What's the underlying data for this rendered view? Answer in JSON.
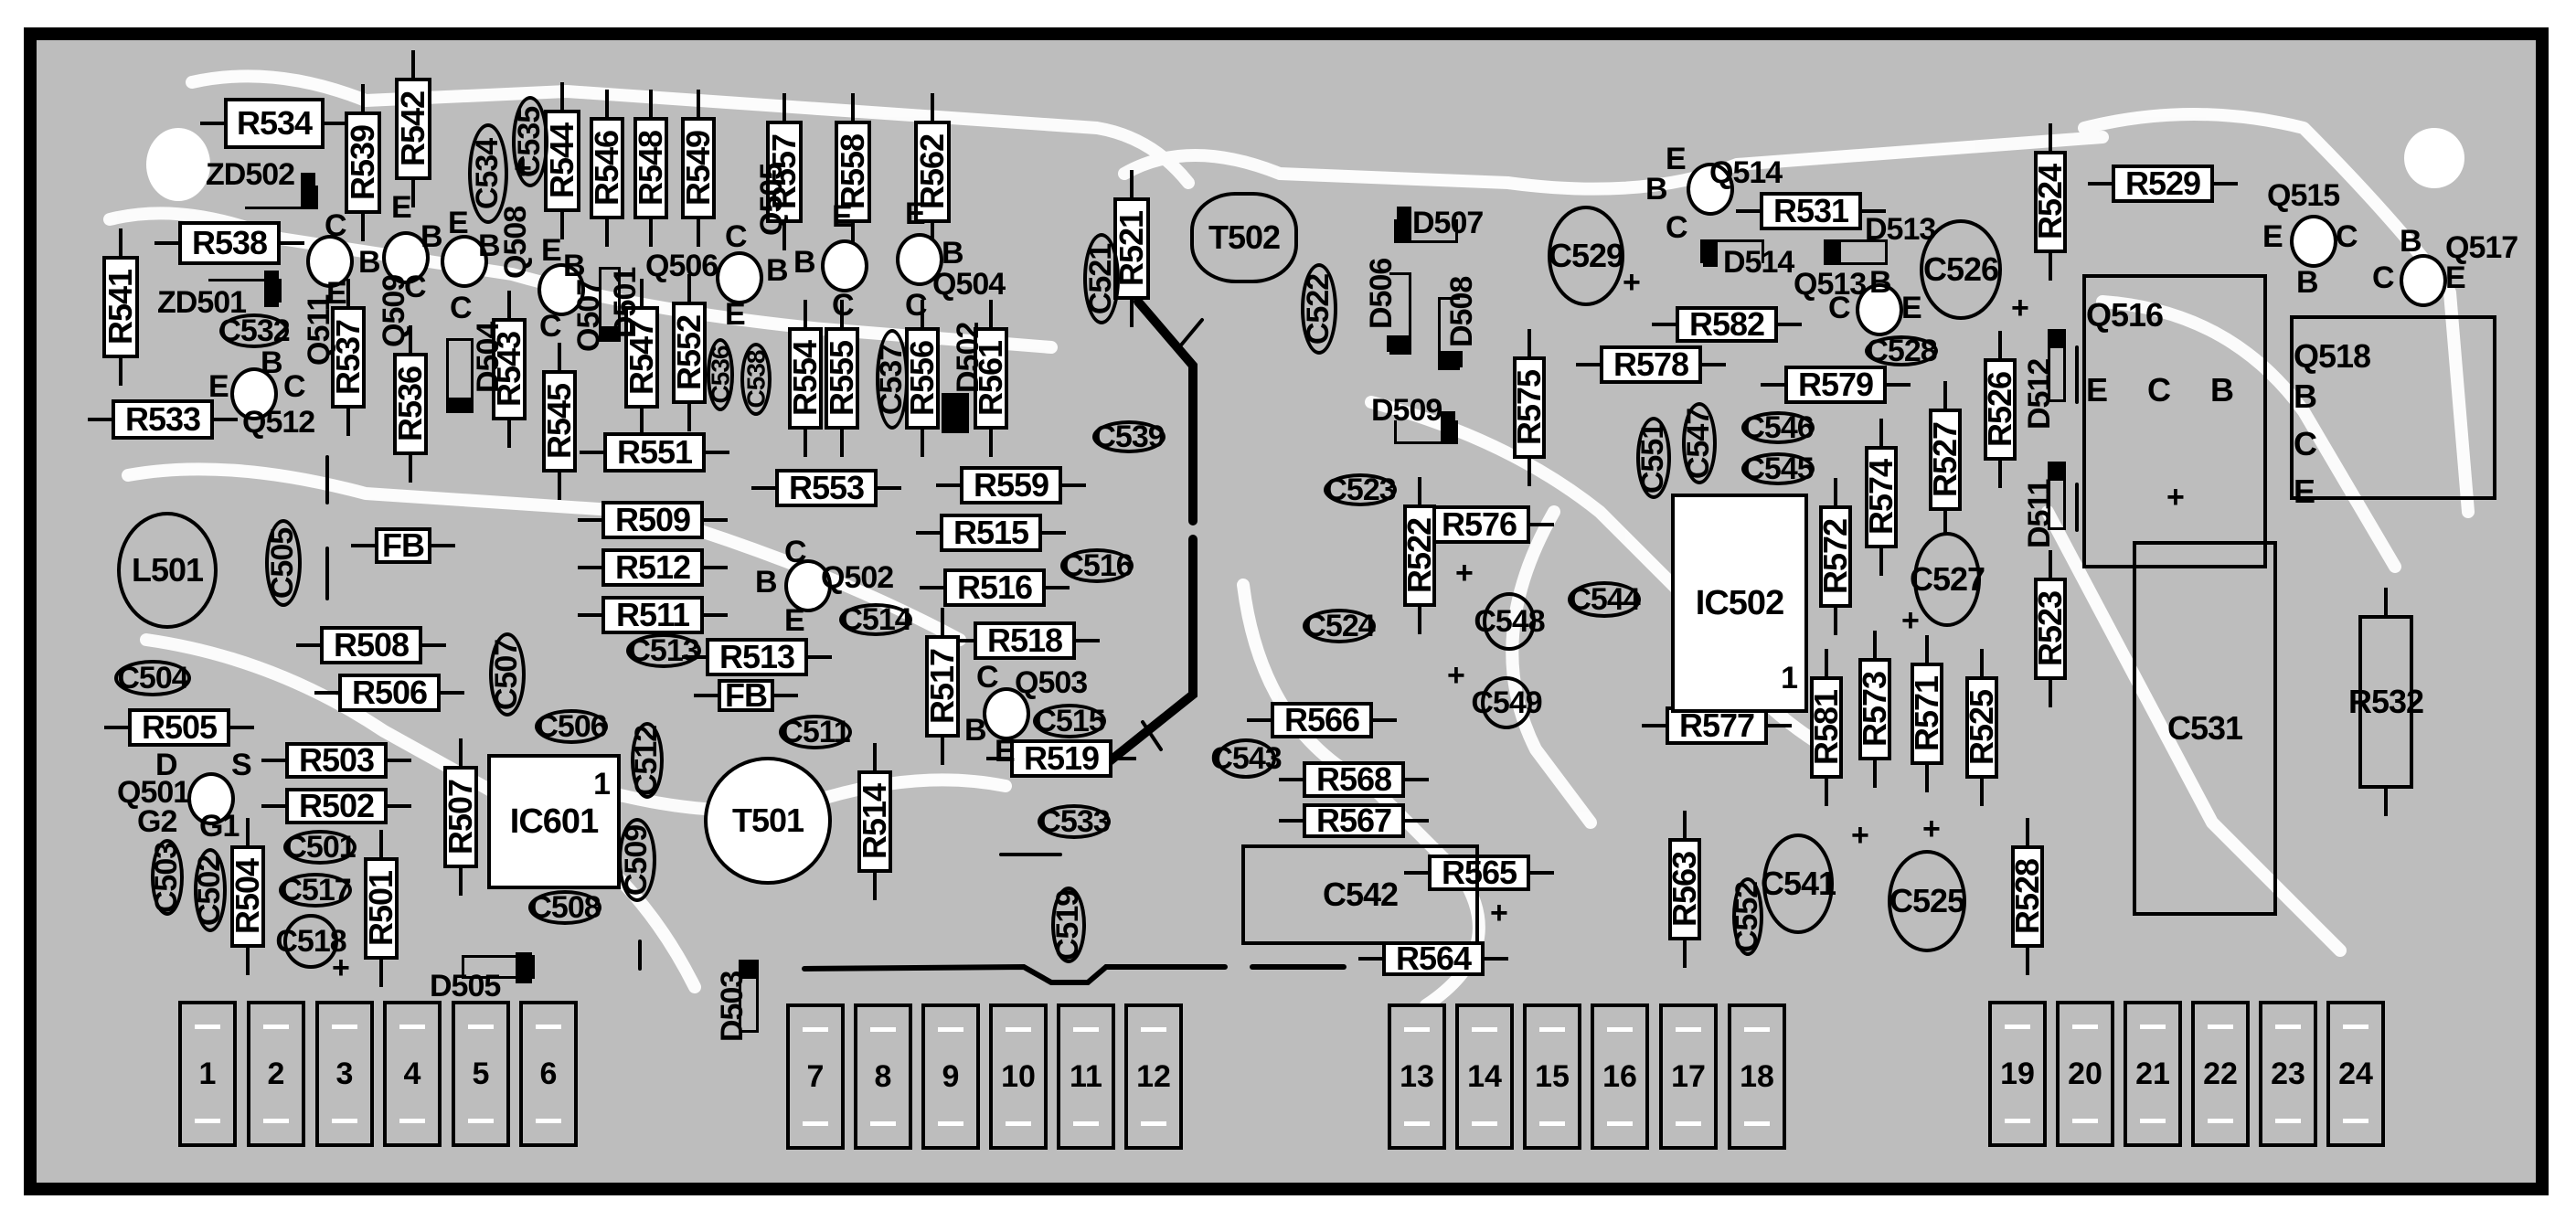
{
  "diagram": {
    "title": "PCB component layout",
    "colors": {
      "board": "#bdbdbd",
      "trace": "#ffffff",
      "ink": "#000000"
    },
    "resistors": {
      "R534": "R534",
      "R539": "R539",
      "R542": "R542",
      "R544": "R544",
      "R546": "R546",
      "R548": "R548",
      "R549": "R549",
      "R557": "R557",
      "R558": "R558",
      "R562": "R562",
      "R521": "R521",
      "R538": "R538",
      "R541": "R541",
      "R537": "R537",
      "R536": "R536",
      "R543": "R543",
      "R545": "R545",
      "R547": "R547",
      "R552": "R552",
      "R554": "R554",
      "R555": "R555",
      "R556": "R556",
      "R561": "R561",
      "R533": "R533",
      "R551": "R551",
      "R553": "R553",
      "R559": "R559",
      "R509": "R509",
      "R515": "R515",
      "R512": "R512",
      "R516": "R516",
      "R511": "R511",
      "R518": "R518",
      "R513": "R513",
      "R517": "R517",
      "R519": "R519",
      "R514": "R514",
      "R508": "R508",
      "R506": "R506",
      "R505": "R505",
      "R503": "R503",
      "R502": "R502",
      "R507": "R507",
      "R504": "R504",
      "R501": "R501",
      "R531": "R531",
      "R524": "R524",
      "R529": "R529",
      "R582": "R582",
      "R578": "R578",
      "R579": "R579",
      "R575": "R575",
      "R576": "R576",
      "R522": "R522",
      "R572": "R572",
      "R574": "R574",
      "R527": "R527",
      "R526": "R526",
      "R523": "R523",
      "R566": "R566",
      "R568": "R568",
      "R567": "R567",
      "R565": "R565",
      "R564": "R564",
      "R563": "R563",
      "R577": "R577",
      "R581": "R581",
      "R573": "R573",
      "R571": "R571",
      "R525": "R525",
      "R528": "R528",
      "R532": "R532",
      "FB1": "FB",
      "FB2": "FB"
    },
    "capacitors": {
      "C534": "C534",
      "C535": "C535",
      "C532": "C532",
      "C536": "C536",
      "C538": "C538",
      "C537": "C537",
      "C521": "C521",
      "C539": "C539",
      "C522": "C522",
      "C523": "C523",
      "C524": "C524",
      "C505": "C505",
      "C504": "C504",
      "C507": "C507",
      "C506": "C506",
      "C512": "C512",
      "C509": "C509",
      "C508": "C508",
      "C513": "C513",
      "C514": "C514",
      "C516": "C516",
      "C515": "C515",
      "C511": "C511",
      "C533": "C533",
      "C519": "C519",
      "C501": "C501",
      "C517": "C517",
      "C518": "C518",
      "C503": "C503",
      "C502": "C502",
      "C529": "C529",
      "C526": "C526",
      "C528": "C528",
      "C551": "C551",
      "C547": "C547",
      "C546": "C546",
      "C545": "C545",
      "C544": "C544",
      "C548": "C548",
      "C549": "C549",
      "C543": "C543",
      "C542": "C542",
      "C527": "C527",
      "C541": "C541",
      "C525": "C525",
      "C552": "C552",
      "C531": "C531"
    },
    "transistors": {
      "Q511": "Q511",
      "Q509": "Q509",
      "Q508": "Q508",
      "Q507": "Q507",
      "Q506": "Q506",
      "Q505": "Q505",
      "Q504": "Q504",
      "Q512": "Q512",
      "Q502": "Q502",
      "Q503": "Q503",
      "Q501": "Q501",
      "Q514": "Q514",
      "Q513": "Q513",
      "Q515": "Q515",
      "Q517": "Q517",
      "Q516": "Q516",
      "Q518": "Q518"
    },
    "diodes": {
      "ZD502": "ZD502",
      "ZD501": "ZD501",
      "D501": "D501",
      "D502": "D502",
      "D504": "D504",
      "D505": "D505",
      "D503": "D503",
      "D507": "D507",
      "D506": "D506",
      "D508": "D508",
      "D509": "D509",
      "D514": "D514",
      "D513": "D513",
      "D512": "D512",
      "D511": "D511"
    },
    "ics": {
      "IC601": "IC601",
      "IC502": "IC502",
      "pin1": "1"
    },
    "coils": {
      "L501": "L501",
      "T501": "T501",
      "T502": "T502"
    },
    "pins": {
      "E": "E",
      "B": "B",
      "C": "C",
      "D": "D",
      "S": "S",
      "G1": "G1",
      "G2": "G2",
      "plus": "+"
    },
    "terminals": [
      "1",
      "2",
      "3",
      "4",
      "5",
      "6",
      "7",
      "8",
      "9",
      "10",
      "11",
      "12",
      "13",
      "14",
      "15",
      "16",
      "17",
      "18",
      "19",
      "20",
      "21",
      "22",
      "23",
      "24"
    ]
  }
}
